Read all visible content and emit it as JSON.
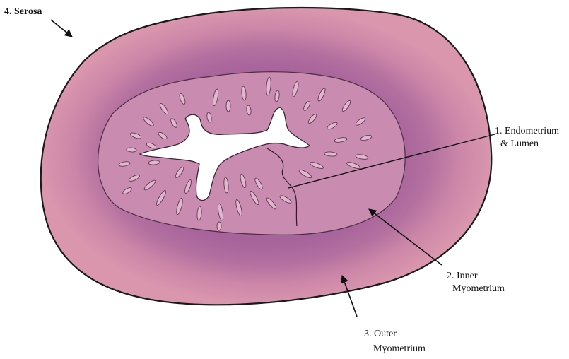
{
  "labels": {
    "serosa": "4. Serosa",
    "endometrium_line1": "1. Endometrium",
    "endometrium_line2": "& Lumen",
    "inner_line1": "2. Inner",
    "inner_line2": "Myometrium",
    "outer_line1": "3. Outer",
    "outer_line2": "Myometrium"
  },
  "colors": {
    "outer_wall": "#d791aa",
    "mid_band": "#b06d9d",
    "endometrium": "#c98bb0",
    "glands": "#e2b6cc",
    "lumen": "#ffffff",
    "outline": "#1a1a1a"
  }
}
